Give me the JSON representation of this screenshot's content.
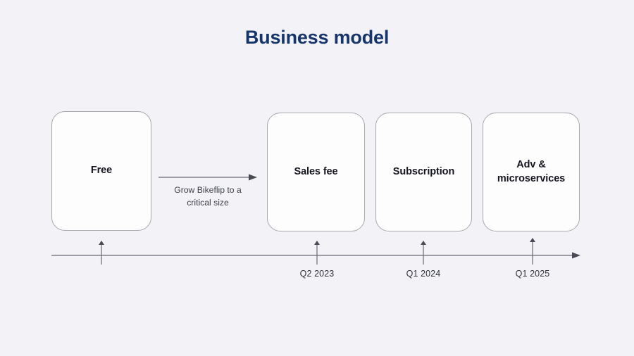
{
  "slide": {
    "title": "Business model",
    "background_color": "#f2f2f7",
    "title_color": "#16366b"
  },
  "stages": [
    {
      "id": "free",
      "label": "Free"
    },
    {
      "id": "sales-fee",
      "label": "Sales fee"
    },
    {
      "id": "subscription",
      "label": "Subscription"
    },
    {
      "id": "adv",
      "label_line1": "Adv &",
      "label_line2": "microservices"
    }
  ],
  "growth": {
    "caption_line1": "Grow Bikeflip to a",
    "caption_line2": "critical size",
    "icon": "right-arrow-icon"
  },
  "timeline": {
    "axis_icon": "right-arrow-icon",
    "tick_icon": "up-arrow-icon",
    "ticks": [
      {
        "label": ""
      },
      {
        "label": "Q2 2023"
      },
      {
        "label": "Q1 2024"
      },
      {
        "label": "Q1 2025"
      }
    ]
  }
}
